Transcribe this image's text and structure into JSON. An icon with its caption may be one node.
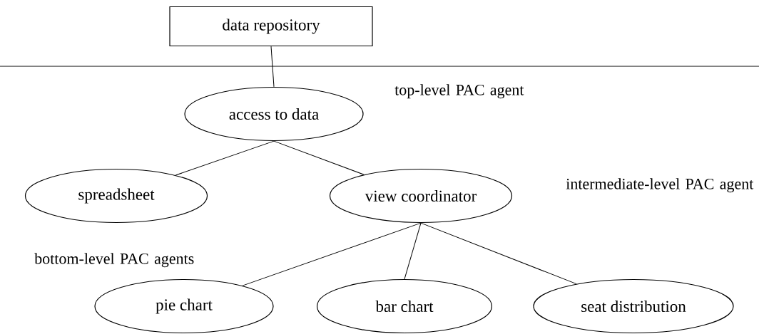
{
  "diagram": {
    "nodes": [
      {
        "text": [
          "data repository"
        ]
      },
      {
        "text": [
          "access to data"
        ]
      },
      {
        "text": [
          "spreadsheet"
        ]
      },
      {
        "text": [
          "view coordinator"
        ]
      },
      {
        "text": [
          "pie chart"
        ]
      },
      {
        "text": [
          "bar chart"
        ]
      },
      {
        "text": [
          "seat distribution"
        ]
      }
    ],
    "edges": [
      {
        "from": 0,
        "to": 1,
        "arrow": "none"
      },
      {
        "from": 1,
        "to": 2,
        "arrow": "none"
      },
      {
        "from": 1,
        "to": 3,
        "arrow": "none"
      },
      {
        "from": 3,
        "to": 4,
        "arrow": "none"
      },
      {
        "from": 3,
        "to": 5,
        "arrow": "none"
      },
      {
        "from": 3,
        "to": 6,
        "arrow": "none"
      }
    ],
    "labels": [
      "top-level PAC agent",
      "intermediate-level PAC agent",
      "bottom-level PAC agents"
    ]
  }
}
